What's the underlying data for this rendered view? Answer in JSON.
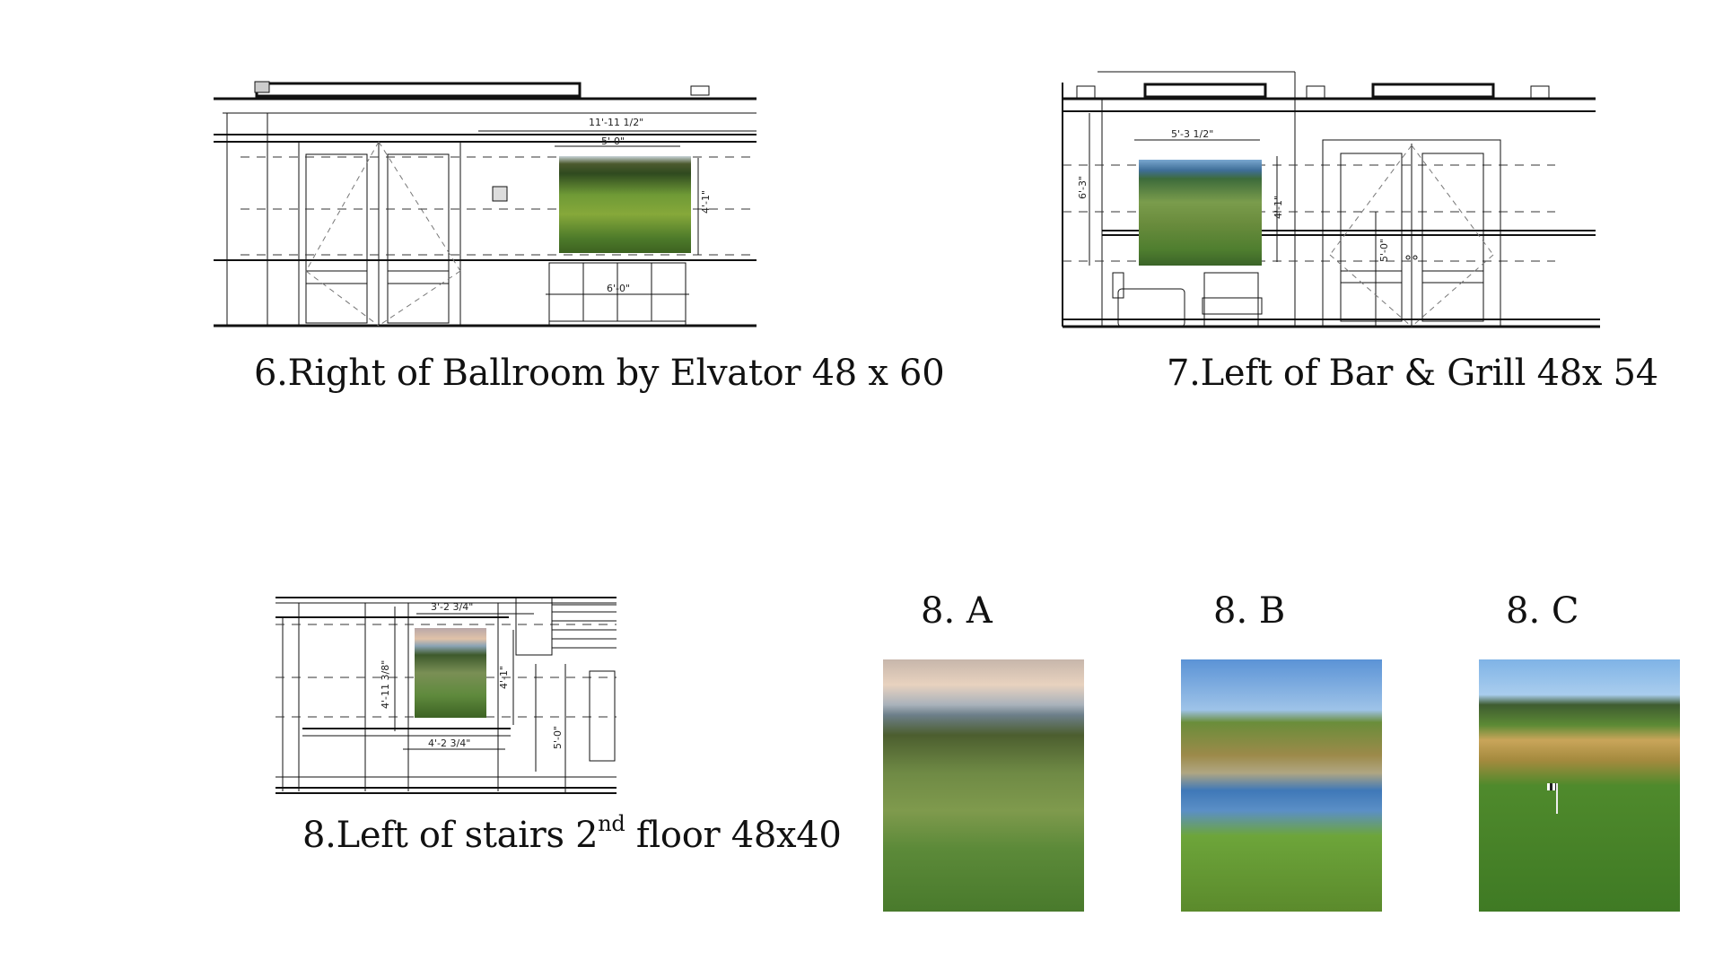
{
  "slides": {
    "elevation_6": {
      "number": "6.",
      "title": "Right of Ballroom by Elvator 48 x 60",
      "dimensions": [
        "11'-11 1/2\"",
        "5'-0\"",
        "4'-1\"",
        "6'-0\""
      ]
    },
    "elevation_7": {
      "number": "7.",
      "title": "Left of Bar & Grill 48x 54",
      "dimensions": [
        "5'-3 1/2\"",
        "6'-3\"",
        "4'-1\"",
        "5'-0\""
      ]
    },
    "elevation_8": {
      "number": "8.",
      "title_pre": "Left of stairs 2",
      "title_sup": "nd",
      "title_post": " floor 48x40",
      "dimensions": [
        "3'-2 3/4\"",
        "4'-11 3/8\"",
        "4'-1\"",
        "4'-2 3/4\"",
        "5'-0\""
      ]
    },
    "options": [
      {
        "label": "8. A"
      },
      {
        "label": "8. B"
      },
      {
        "label": "8. C"
      }
    ]
  }
}
